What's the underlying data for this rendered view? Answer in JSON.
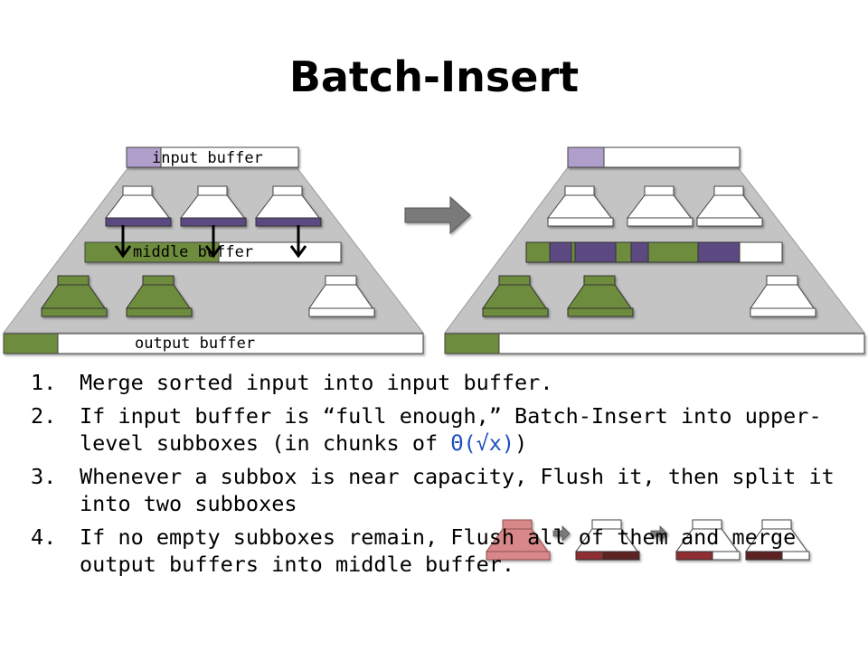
{
  "title": "Batch-Insert",
  "labels": {
    "input_buffer": "input buffer",
    "middle_buffer": "middle buffer",
    "output_buffer": "output buffer"
  },
  "steps": [
    {
      "num": "1.",
      "text": "Merge sorted input into input buffer."
    },
    {
      "num": "2.",
      "text_before": "If input buffer is “full enough,” Batch-Insert into upper-level subboxes (in chunks of ",
      "theta": "Θ(√x)",
      "text_after": ")"
    },
    {
      "num": "3.",
      "text": "Whenever a subbox is near capacity, Flush it, then split it into two subboxes"
    },
    {
      "num": "4.",
      "text": "If no empty subboxes remain, Flush all of them and merge output buffers into middle buffer."
    }
  ],
  "colors": {
    "purple": "#5c4a82",
    "light_purple": "#b09fca",
    "green": "#6e8c3c",
    "gray_fill": "#c4c4c4",
    "arrow_gray": "#7a7a7a",
    "pink": "#d9888a",
    "dark_red": "#8e2f30",
    "maroon": "#5e2222",
    "theta_blue": "#1f4fbf"
  }
}
